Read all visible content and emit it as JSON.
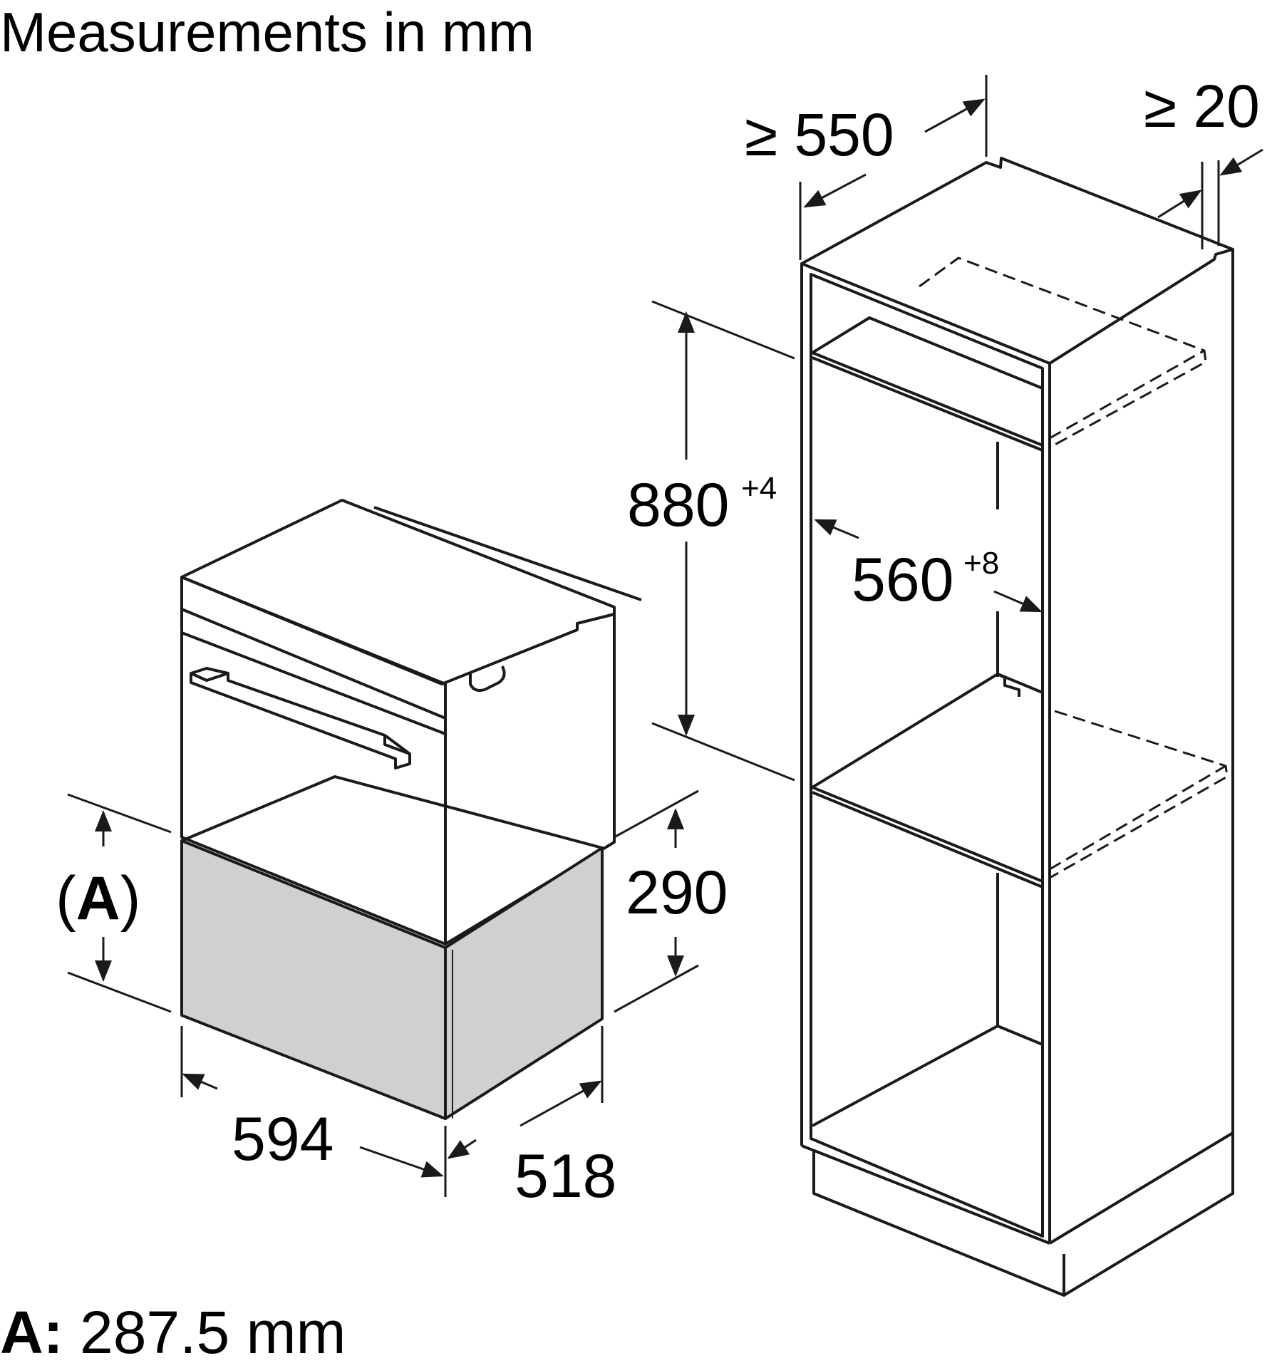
{
  "title": "Measurements in mm",
  "dimensions": {
    "cabinet_depth": "≥ 550",
    "rear_gap": "≥ 20",
    "niche_height": "880",
    "niche_height_tol": "+4",
    "niche_width": "560",
    "niche_width_tol": "+8",
    "drawer_label_open": "(",
    "drawer_label_letter": "A",
    "drawer_label_close": ")",
    "drawer_height": "290",
    "appliance_width": "594",
    "appliance_depth": "518"
  },
  "footer": {
    "label": "A:",
    "value": "287.5 mm"
  },
  "colors": {
    "line": "#1a1a1a",
    "drawer_fill": "#d0d0d0"
  }
}
